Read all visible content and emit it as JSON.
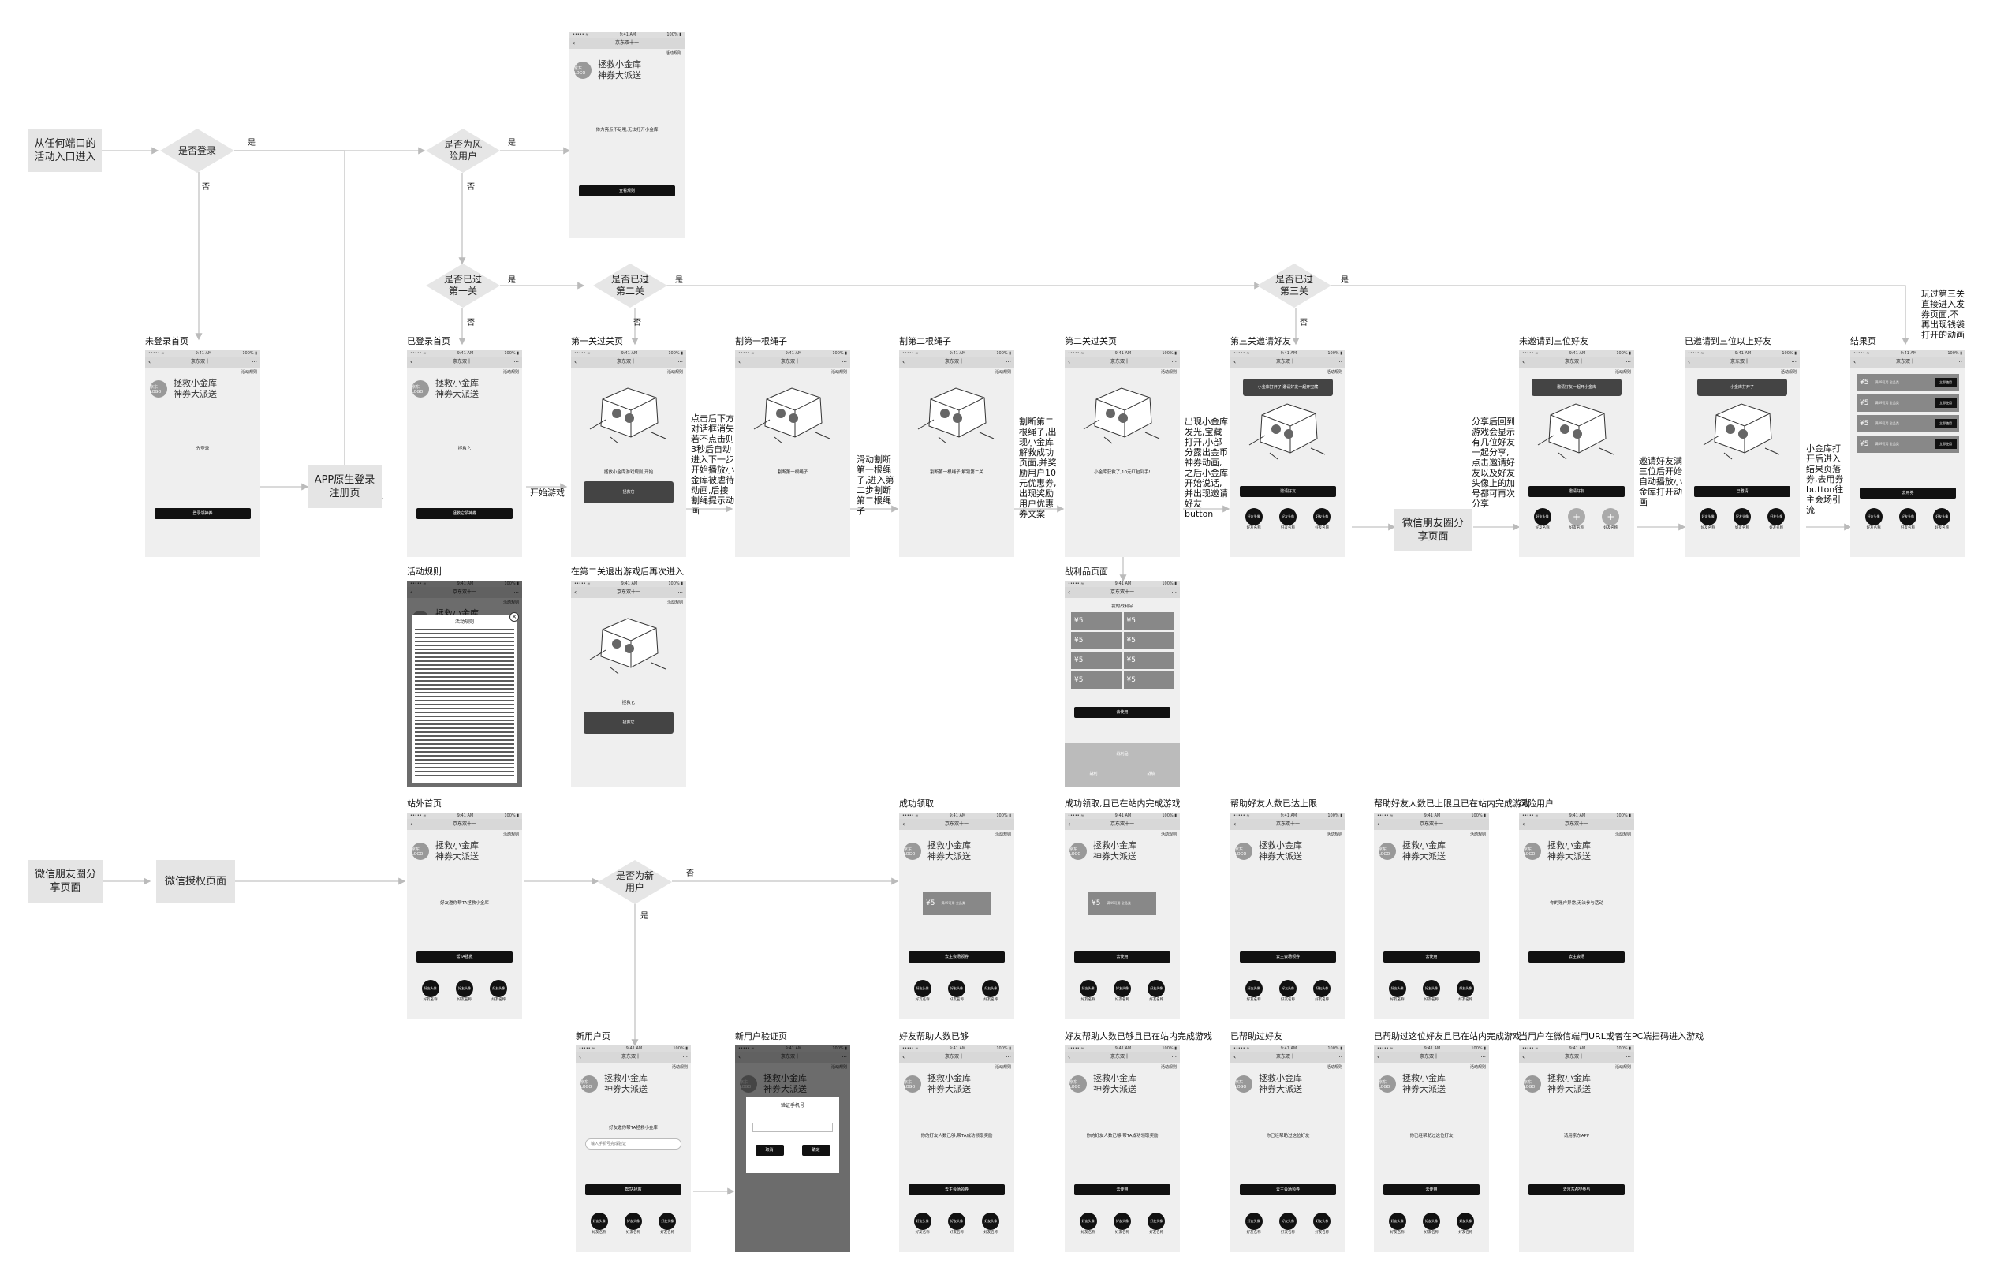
{
  "start": {
    "entry_any": "从任何端口的活动入口进入",
    "entry_wechat": "微信朋友圈分享页面",
    "wechat_auth": "微信授权页面",
    "app_login": "APP原生登录注册页",
    "share_page": "微信朋友圈分享页面"
  },
  "decisions": {
    "logged_in": "是否登录",
    "risk_user": "是否为风险用户",
    "pass1": "是否已过第一关",
    "pass2": "是否已过第二关",
    "pass3": "是否已过第三关",
    "new_user": "是否为新用户"
  },
  "yn": {
    "yes": "是",
    "no": "否"
  },
  "edge_labels": {
    "start_game": "开始游戏"
  },
  "annotations": {
    "a1": "点击后下方对话框消失若不点击则3秒后自动进入下一步开始播放小金库被虐待动画,后接割绳提示动画",
    "a2": "滑动割断第一根绳子,进入第二步割断第二根绳子",
    "a3": "割断第二根绳子,出现小金库解救成功页面,并奖励用户10元优惠券,出现奖励用户优惠券文案",
    "a4": "出现小金库发光,宝藏打开,小部分露出金币神券动画,之后小金库开始说话,并出现邀请好友button",
    "a5": "分享后回到游戏会显示有几位好友一起分享,点击邀请好友以及好友头像上的加号都可再次分享",
    "a6": "邀请好友满三位后开始自动播放小金库打开动画",
    "a7": "小金库打开后进入结果页落券,去用券button往主会场引流",
    "a8": "玩过第三关直接进入发券页面,不再出现钱袋打开的动画"
  },
  "screens": {
    "risk": {
      "caption": "",
      "msg": "体力亮点不足哦,无法打开小金库",
      "btn": "查看规则"
    },
    "not_login": {
      "caption": "未登录首页",
      "msg": "先登录",
      "btn": "登录领神券"
    },
    "logged": {
      "caption": "已登录首页",
      "msg": "拯救它",
      "btn": "拯救它领神券"
    },
    "pass1": {
      "caption": "第一关过关页",
      "msg": "拯救小金库游戏规则,开始",
      "btn": "拯救它"
    },
    "cut1": {
      "caption": "割第一根绳子",
      "msg": "割断第一根绳子"
    },
    "cut2": {
      "caption": "割第二根绳子",
      "msg": "割断第一根绳子,解锁第二关"
    },
    "pass2": {
      "caption": "第二关过关页",
      "msg": "小金库获救了,10元红包到手!"
    },
    "pass3_invite": {
      "caption": "第三关邀请好友",
      "msg": "小金库打开了,邀请好友一起开宝藏",
      "btn": "邀请好友"
    },
    "invite_lt3": {
      "caption": "未邀请到三位好友",
      "msg": "邀请好友一起开小金库",
      "btn": "邀请好友"
    },
    "invite_ge3": {
      "caption": "已邀请到三位以上好友",
      "msg": "小金库打开了",
      "btn": "已邀请"
    },
    "result": {
      "caption": "结果页",
      "btn": "去用券"
    },
    "rules": {
      "caption": "活动规则",
      "title": "活动规则"
    },
    "reenter": {
      "caption": "在第二关退出游戏后再次进入",
      "msg": "拯救它",
      "btn": "拯救它"
    },
    "spoils": {
      "caption": "战利品页面",
      "title": "我的战利品",
      "btn": "去使用",
      "tab1": "战利品",
      "tab2": "战利",
      "tab3": "战绩"
    },
    "outsite": {
      "caption": "站外首页",
      "msg": "好友邀你帮TA拯救小金库",
      "btn": "帮TA拯救"
    },
    "new_user": {
      "caption": "新用户页",
      "msg": "好友邀你帮TA拯救小金库",
      "input": "输入手机号完成验证",
      "btn": "帮TA拯救"
    },
    "new_verify": {
      "caption": "新用户验证页",
      "title": "验证手机号",
      "ok": "确定",
      "cancel": "取消"
    },
    "success": {
      "caption": "成功领取",
      "btn": "去主会场领券"
    },
    "success_done": {
      "caption": "成功领取,且已在站内完成游戏",
      "btn": "去使用"
    },
    "limit": {
      "caption": "帮助好友人数已达上限",
      "btn": "去主会场领券"
    },
    "limit_done": {
      "caption": "帮助好友人数已上限且已在站内完成游戏",
      "btn": "去使用"
    },
    "risk_user": {
      "caption": "风险用户",
      "msg": "你的账户异常,无法参与活动",
      "btn": "去主会场"
    },
    "enough": {
      "caption": "好友帮助人数已够",
      "msg": "你的好友人数已够,帮TA成功领取奖励",
      "btn": "去主会场领券"
    },
    "enough_done": {
      "caption": "好友帮助人数已够且已在站内完成游戏",
      "msg": "你的好友人数已够,帮TA成功领取奖励",
      "btn": "去使用"
    },
    "helped": {
      "caption": "已帮助过好友",
      "msg": "你已经帮助过这位好友",
      "btn": "去主会场领券"
    },
    "helped_done": {
      "caption": "已帮助过这位好友且已在站内完成游戏",
      "msg": "你已经帮助过这位好友",
      "btn": "去使用"
    },
    "pc": {
      "caption": "当用户在微信端用URL或者在PC端扫码进入游戏",
      "msg": "请用京东APP",
      "btn": "去京东APP参与"
    }
  },
  "phone": {
    "status_left": "••••• ≈",
    "status_time": "9:41 AM",
    "status_right": "100% ▮",
    "nav_title": "京东双十一",
    "rule_link": "活动规则",
    "logo": "京东LOGO",
    "title_line1": "拯救小金库",
    "title_line2": "神券大派送",
    "friend": "好友头像",
    "friend_name": "好友名称",
    "coupon_value": "¥5",
    "coupon_desc": "满49可用 全品类",
    "use": "立即使用"
  }
}
